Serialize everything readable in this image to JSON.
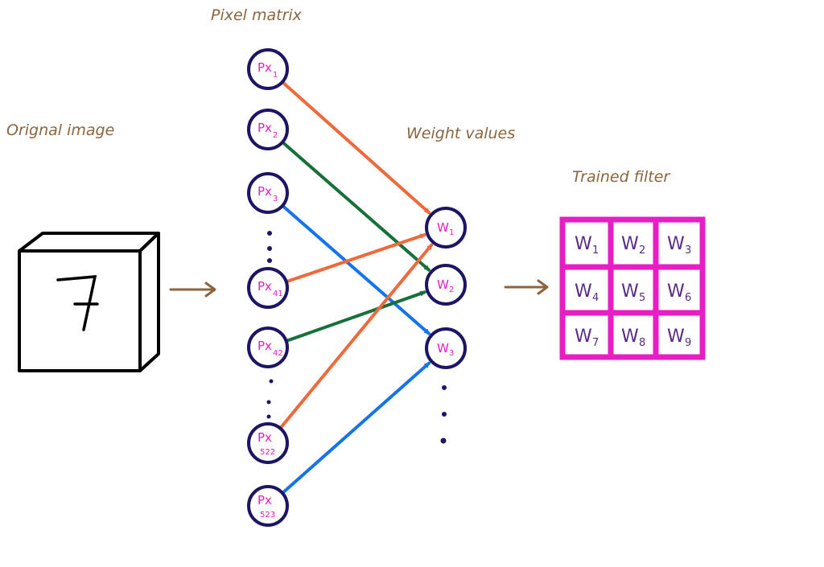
{
  "labels": {
    "original_image": "Orignal image",
    "pixel_matrix": "Pixel matrix",
    "weight_values": "Weight values",
    "trained_filter": "Trained filter"
  },
  "image_digit": "7",
  "colors": {
    "label_brown": "#8a6540",
    "node_outline": "#1c1464",
    "node_text": "#e81ec4",
    "filter_border": "#e81ec4",
    "filter_text": "#5b2a86",
    "orange": "#ee6a3a",
    "green": "#16703a",
    "blue": "#1673ee"
  },
  "pixel_nodes": [
    {
      "id": "px1",
      "base": "Px",
      "sub": "1"
    },
    {
      "id": "px2",
      "base": "Px",
      "sub": "2"
    },
    {
      "id": "px3",
      "base": "Px",
      "sub": "3"
    },
    {
      "id": "px41",
      "base": "Px",
      "sub": "41"
    },
    {
      "id": "px42",
      "base": "Px",
      "sub": "42"
    },
    {
      "id": "px522",
      "base": "Px",
      "sub": "522"
    },
    {
      "id": "px523",
      "base": "Px",
      "sub": "523"
    }
  ],
  "weight_nodes": [
    {
      "id": "w1",
      "base": "W",
      "sub": "1"
    },
    {
      "id": "w2",
      "base": "W",
      "sub": "2"
    },
    {
      "id": "w3",
      "base": "W",
      "sub": "3"
    }
  ],
  "connections": [
    {
      "from": "px1",
      "to": "w1",
      "color": "orange"
    },
    {
      "from": "px2",
      "to": "w2",
      "color": "green"
    },
    {
      "from": "px3",
      "to": "w3",
      "color": "blue"
    },
    {
      "from": "px41",
      "to": "w1",
      "color": "orange"
    },
    {
      "from": "px42",
      "to": "w2",
      "color": "green"
    },
    {
      "from": "px522",
      "to": "w1",
      "color": "orange"
    },
    {
      "from": "px523",
      "to": "w3",
      "color": "blue"
    }
  ],
  "filter_cells": [
    {
      "base": "W",
      "sub": "1"
    },
    {
      "base": "W",
      "sub": "2"
    },
    {
      "base": "W",
      "sub": "3"
    },
    {
      "base": "W",
      "sub": "4"
    },
    {
      "base": "W",
      "sub": "5"
    },
    {
      "base": "W",
      "sub": "6"
    },
    {
      "base": "W",
      "sub": "7"
    },
    {
      "base": "W",
      "sub": "8"
    },
    {
      "base": "W",
      "sub": "9"
    }
  ]
}
